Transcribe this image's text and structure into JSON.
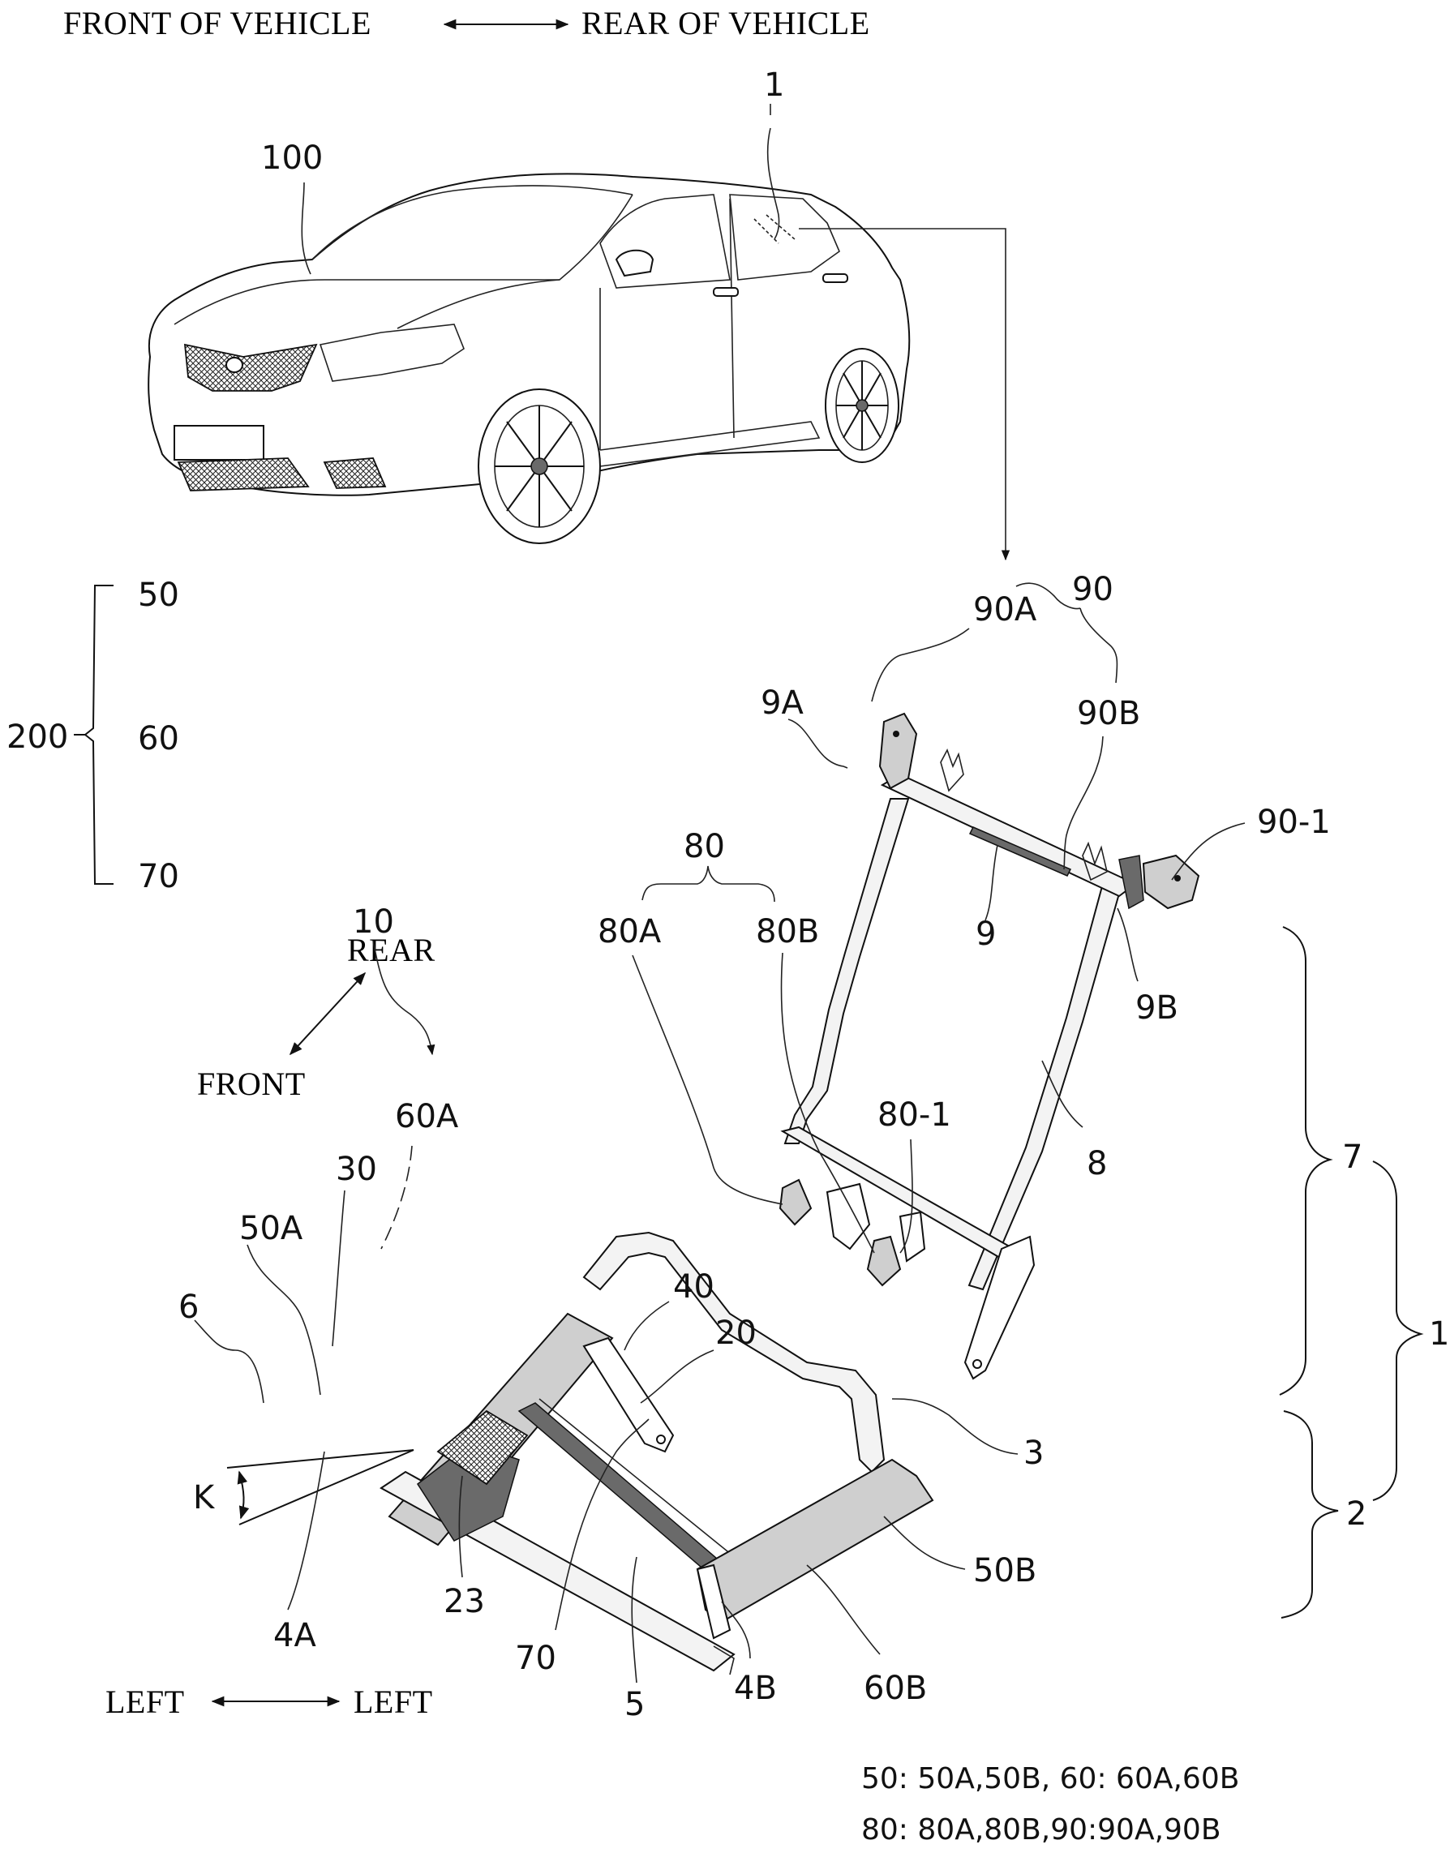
{
  "figure": {
    "orientation_top": {
      "left_label": "FRONT OF VEHICLE",
      "right_label": "REAR OF VEHICLE",
      "arrow_icon": "double-arrow-horizontal"
    },
    "orientation_diagonal": {
      "upper_label": "REAR",
      "lower_label": "FRONT",
      "arrow_icon": "double-arrow-diagonal"
    },
    "orientation_bottom": {
      "left_label": "LEFT",
      "right_label": "LEFT",
      "arrow_icon": "double-arrow-horizontal"
    },
    "group_200": {
      "label": "200",
      "members": [
        "50",
        "60",
        "70"
      ]
    },
    "refs": {
      "vehicle": "100",
      "seat_in_vehicle": "1",
      "seat_group": "1",
      "backrest_group": "7",
      "cushion_group": "2",
      "r90": "90",
      "r90A": "90A",
      "r90B": "90B",
      "r90_1": "90-1",
      "r9A": "9A",
      "r9": "9",
      "r9B": "9B",
      "r8": "8",
      "r80": "80",
      "r80A": "80A",
      "r80B": "80B",
      "r80_1": "80-1",
      "r10": "10",
      "r60A": "60A",
      "r30": "30",
      "r50A": "50A",
      "r6": "6",
      "r40": "40",
      "r20": "20",
      "r3": "3",
      "rK": "K",
      "r4A": "4A",
      "r23": "23",
      "r70": "70",
      "r5": "5",
      "r4B": "4B",
      "r60B": "60B",
      "r50B": "50B"
    },
    "legend": {
      "line1": "50: 50A,50B, 60: 60A,60B",
      "line2": "80: 80A,80B,90:90A,90B"
    }
  }
}
